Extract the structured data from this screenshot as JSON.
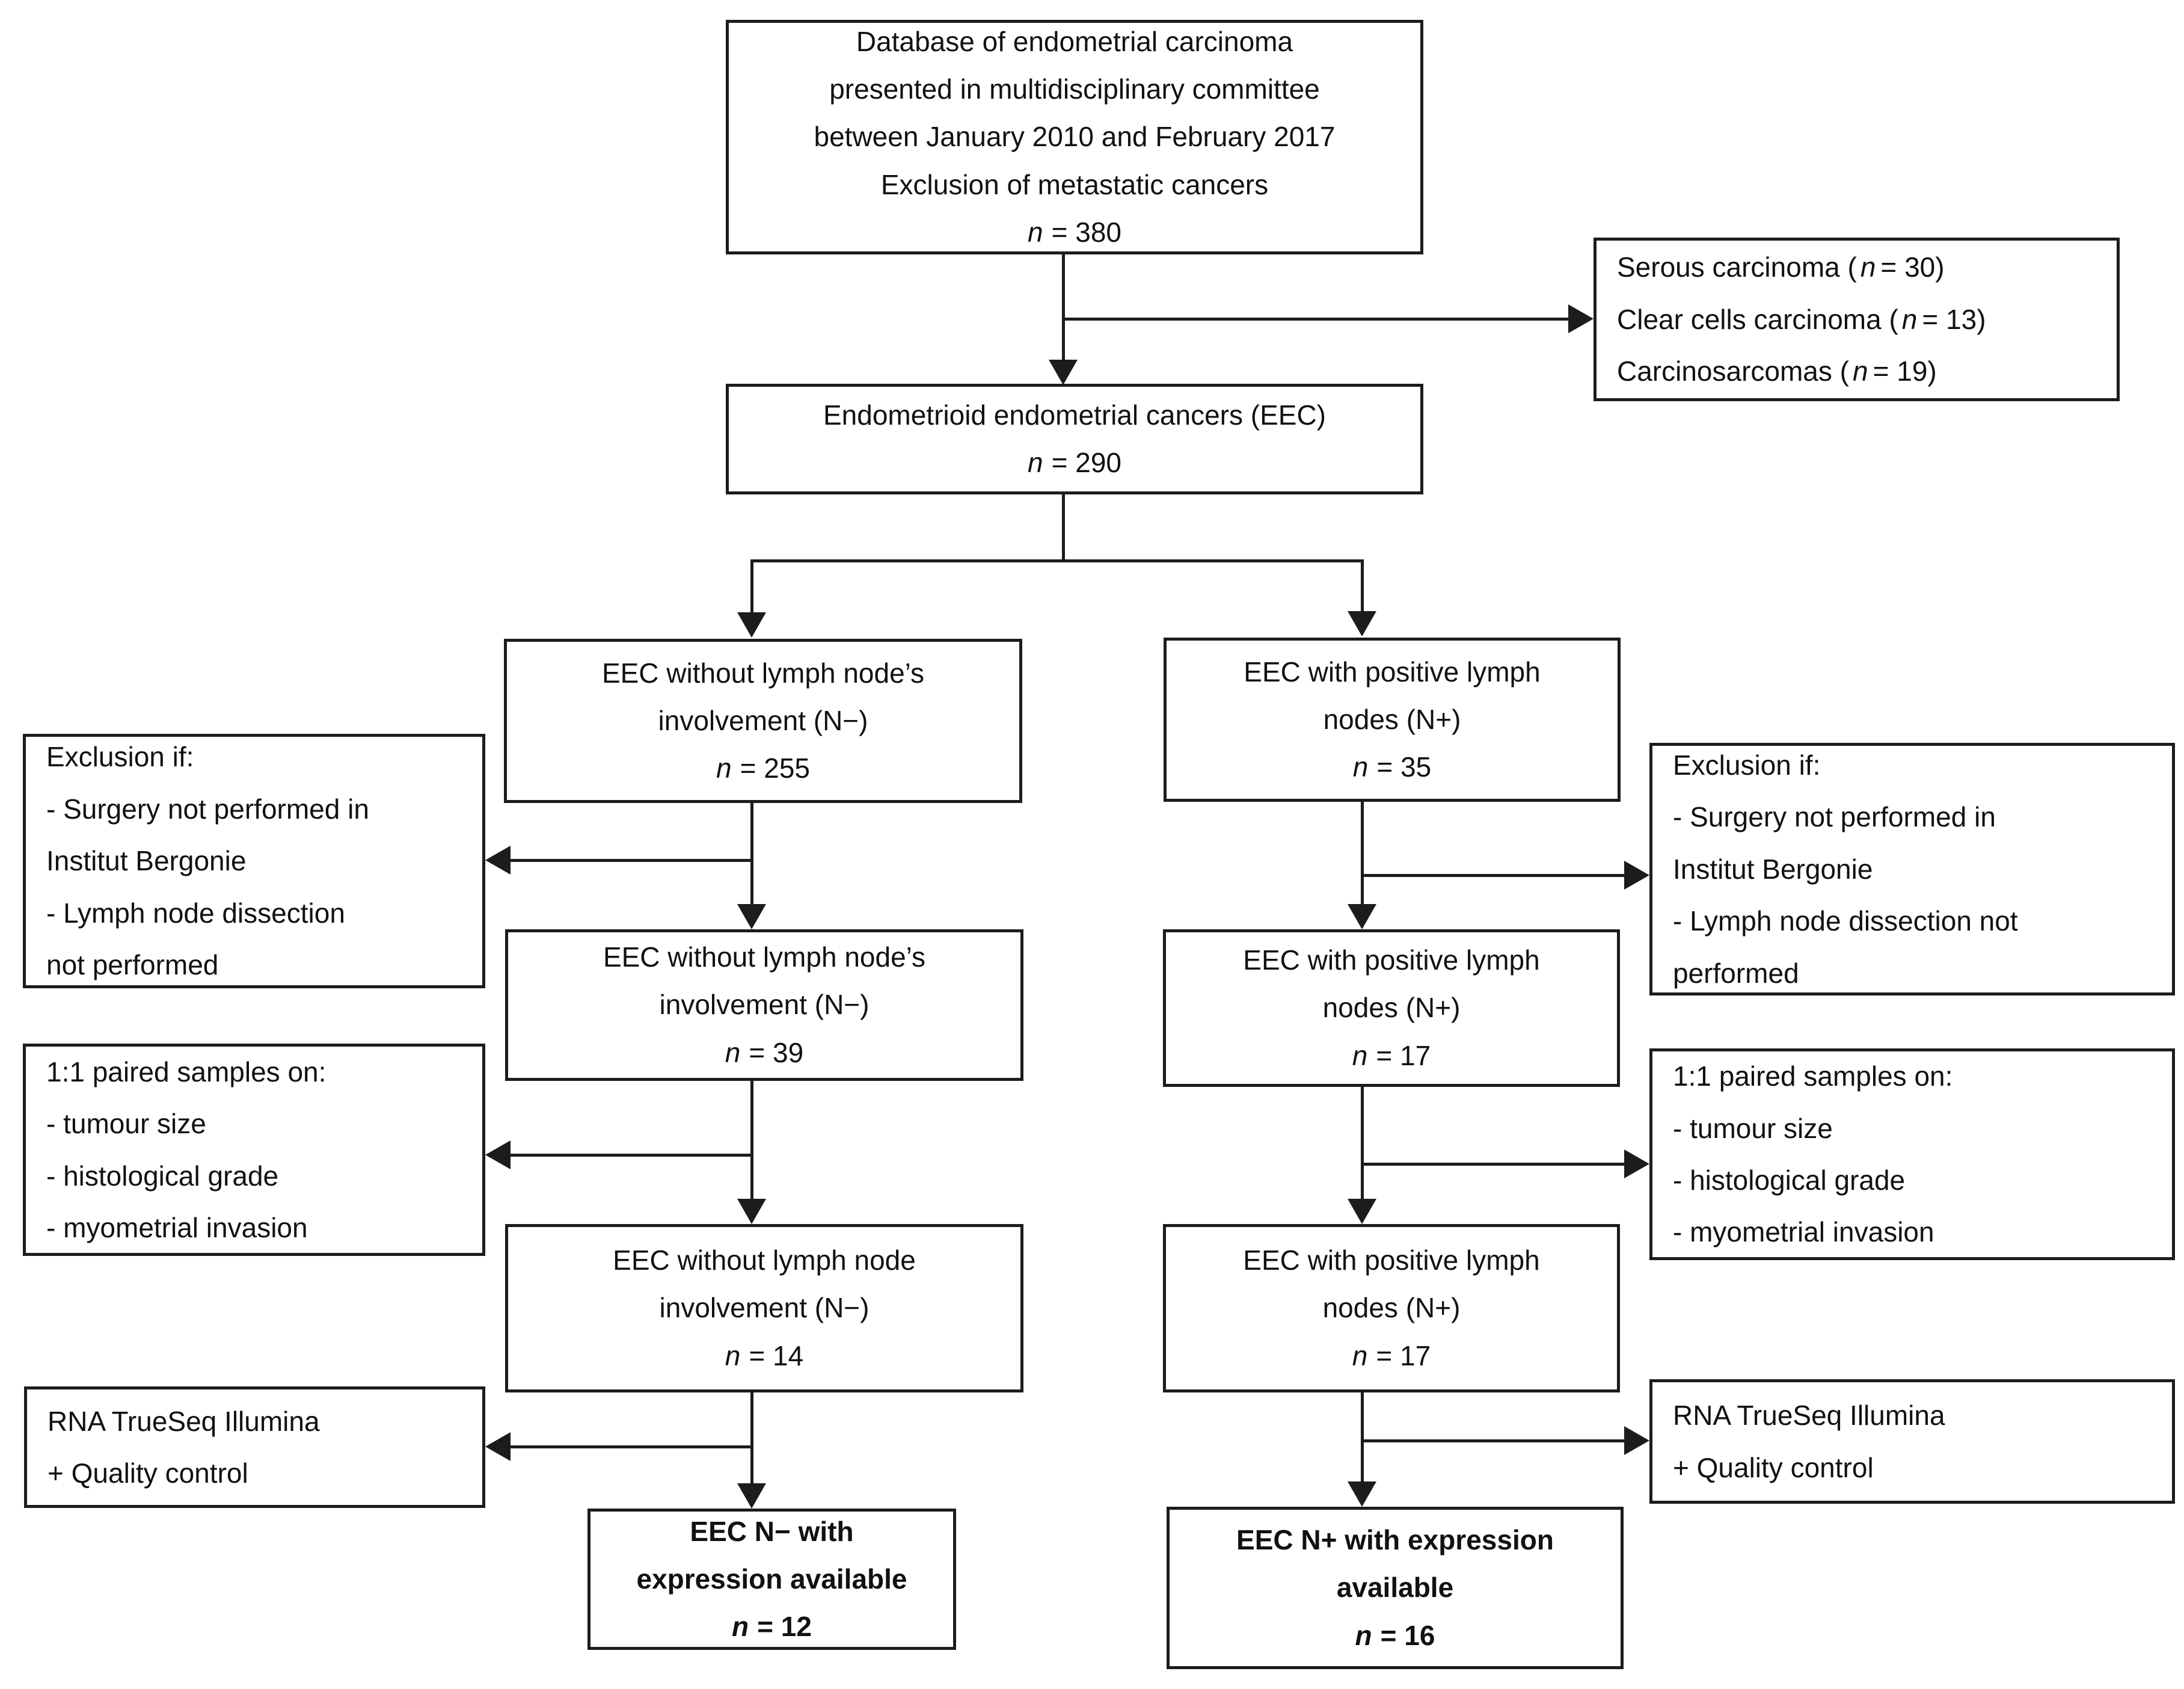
{
  "colors": {
    "line": "#1c1c1c",
    "background": "#ffffff",
    "text": "#111111"
  },
  "nodes": {
    "db": {
      "text": "Database of endometrial carcinoma\npresented in multidisciplinary committee\nbetween January 2010 and February 2017\nExclusion of metastatic cancers",
      "n_symbol": "n",
      "n_value": "= 380"
    },
    "excluded": {
      "items": [
        {
          "prefix": "Serous carcinoma (",
          "n": "n",
          "suffix": "= 30)"
        },
        {
          "prefix": "Clear cells carcinoma (",
          "n": "n",
          "suffix": "= 13)"
        },
        {
          "prefix": "Carcinosarcomas (",
          "n": "n",
          "suffix": "= 19)"
        }
      ]
    },
    "eec": {
      "text": "Endometrioid endometrial cancers (EEC)",
      "n_symbol": "n",
      "n_value": "= 290"
    },
    "n_neg_255": {
      "text": "EEC without lymph node’s\ninvolvement (N−)",
      "n_symbol": "n",
      "n_value": "= 255"
    },
    "n_pos_35": {
      "text": "EEC with positive lymph\nnodes (N+)",
      "n_symbol": "n",
      "n_value": "= 35"
    },
    "excl_left": {
      "text": "Exclusion if:\n- Surgery not performed in\nInstitut Bergonie\n- Lymph node dissection\nnot performed"
    },
    "excl_right": {
      "text": "Exclusion if:\n- Surgery not performed in\nInstitut Bergonie\n- Lymph node dissection not\nperformed"
    },
    "n_neg_39": {
      "text": "EEC without lymph node’s\ninvolvement (N−)",
      "n_symbol": "n",
      "n_value": "= 39"
    },
    "n_pos_17": {
      "text": "EEC with positive lymph\nnodes (N+)",
      "n_symbol": "n",
      "n_value": "= 17"
    },
    "paired_left": {
      "text": "1:1 paired samples on:\n- tumour size\n- histological grade\n- myometrial invasion"
    },
    "paired_right": {
      "text": "1:1 paired samples on:\n- tumour size\n- histological grade\n- myometrial invasion"
    },
    "n_neg_14": {
      "text": "EEC without lymph node\ninvolvement (N−)",
      "n_symbol": "n",
      "n_value": "= 14"
    },
    "n_pos_17b": {
      "text": "EEC with positive lymph\nnodes (N+)",
      "n_symbol": "n",
      "n_value": "= 17"
    },
    "rna_left": {
      "text": "RNA TrueSeq Illumina\n+ Quality control"
    },
    "rna_right": {
      "text": "RNA TrueSeq Illumina\n+ Quality control"
    },
    "final_neg": {
      "text": "EEC N− with\nexpression available",
      "n_symbol": "n",
      "n_value": "= 12"
    },
    "final_pos": {
      "text": "EEC  N+ with expression\navailable",
      "n_symbol": "n",
      "n_value": "= 16"
    }
  }
}
